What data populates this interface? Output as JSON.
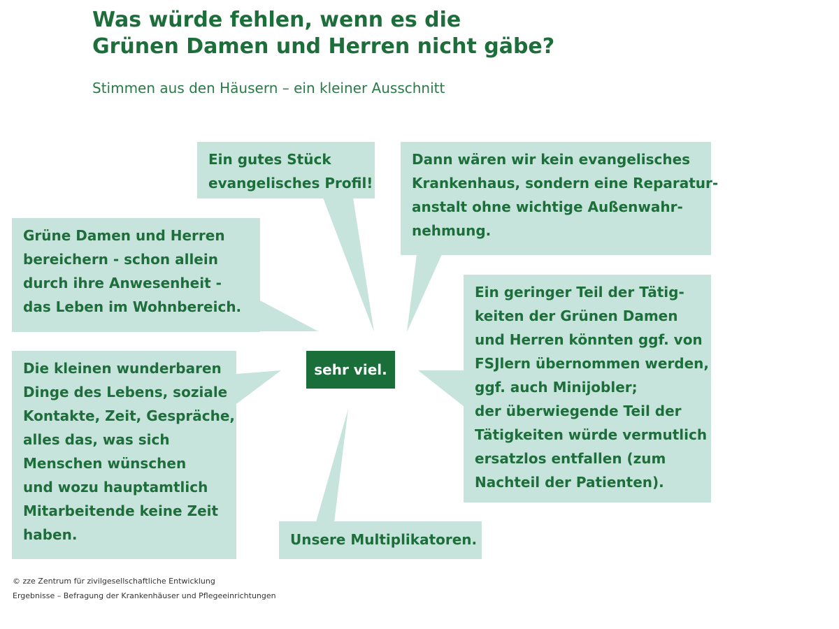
{
  "header": {
    "title_lines": [
      "Was würde fehlen, wenn es die",
      "Grünen Damen und Herren nicht gäbe?"
    ],
    "subtitle": "Stimmen aus den Häusern – ein kleiner Ausschnitt"
  },
  "center": {
    "label": "sehr viel."
  },
  "quotes": {
    "profil": [
      "Ein gutes Stück",
      "evangelisches Profil!"
    ],
    "krankenhaus": [
      "Dann wären wir kein evangelisches",
      "Krankenhaus, sondern eine Reparatur-",
      "anstalt ohne wichtige Außenwahr-",
      "nehmung."
    ],
    "wohnbereich": [
      "Grüne Damen und Herren",
      "bereichern - schon allein",
      "durch ihre Anwesenheit -",
      "das Leben im Wohnbereich."
    ],
    "dinge": [
      "Die kleinen wunderbaren",
      "Dinge des Lebens, soziale",
      "Kontakte, Zeit, Gespräche,",
      "alles das, was sich",
      "Menschen wünschen",
      "und wozu hauptamtlich",
      "Mitarbeitende keine Zeit",
      "haben."
    ],
    "taetigkeiten": [
      "Ein geringer Teil der Tätig-",
      "keiten der Grünen Damen",
      "und Herren könnten ggf. von",
      "FSJlern übernommen werden,",
      "ggf. auch Minijobler;",
      "der überwiegende Teil der",
      "Tätigkeiten würde vermutlich",
      "ersatzlos entfallen (zum",
      "Nachteil der Patienten)."
    ],
    "multiplikatoren": [
      "Unsere Multiplikatoren."
    ]
  },
  "footer": {
    "copyright": "© zze Zentrum für zivilgesellschaftliche Entwicklung",
    "source": "Ergebnisse – Befragung der Krankenhäuser und Pflegeeinrichtungen"
  },
  "colors": {
    "title": "#1e6e3c",
    "bubble_bg": "#c6e4dc",
    "bubble_text": "#1e6e3c",
    "center_bg": "#1a6e3a",
    "center_text": "#ffffff"
  }
}
